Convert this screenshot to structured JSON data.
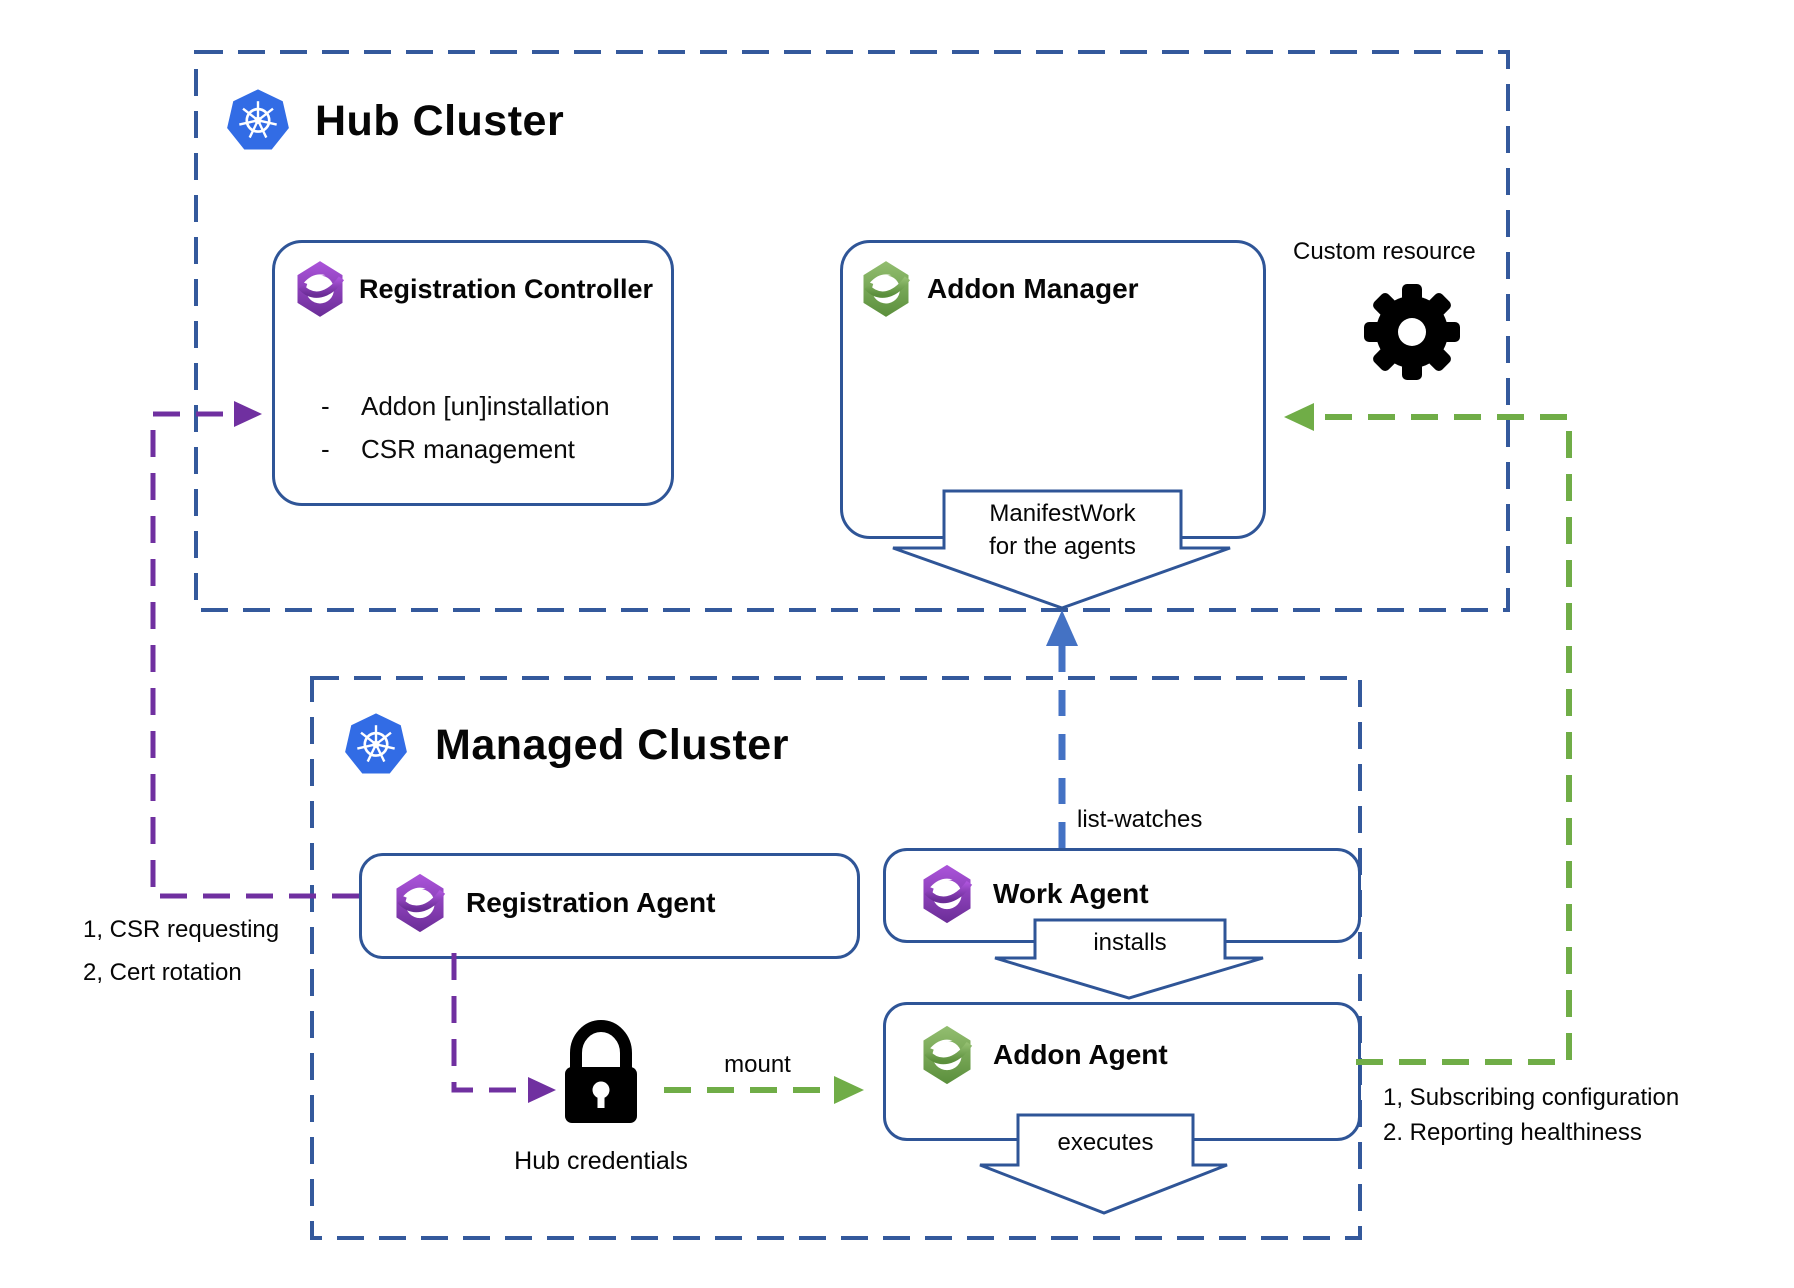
{
  "hub": {
    "title": "Hub Cluster",
    "registration_controller": {
      "title": "Registration Controller",
      "bullet_marker": "-",
      "bullets": [
        "Addon [un]installation",
        "CSR management"
      ]
    },
    "addon_manager": {
      "title": "Addon Manager"
    },
    "custom_resource_label": "Custom resource",
    "manifestwork": {
      "line1": "ManifestWork",
      "line2": "for the agents"
    }
  },
  "managed": {
    "title": "Managed Cluster",
    "registration_agent": {
      "title": "Registration Agent"
    },
    "work_agent": {
      "title": "Work Agent"
    },
    "addon_agent": {
      "title": "Addon Agent"
    },
    "hub_credentials_label": "Hub credentials"
  },
  "labels": {
    "list_watches": "list-watches",
    "installs": "installs",
    "executes": "executes",
    "mount": "mount",
    "csr_line1": "1, CSR requesting",
    "csr_line2": "2, Cert rotation",
    "subscribe_line1": "1, Subscribing configuration",
    "subscribe_line2": "2. Reporting healthiness"
  },
  "icons": {
    "hub_logo": "kubernetes-icon",
    "managed_logo": "kubernetes-icon",
    "custom_resource": "gear-icon",
    "credentials": "lock-icon",
    "component_logo": "open-cluster-management-icon"
  },
  "colors": {
    "box_blue": "#2F5597",
    "dashed_border_blue": "#34599C",
    "list_watches_blue": "#4472C4",
    "purple": "#7030A0",
    "green": "#70AD47",
    "kubernetes_blue": "#326CE5",
    "ocm_purple_light": "#AC54DB",
    "ocm_purple_dark": "#6B2D97",
    "ocm_green_light": "#93BE70",
    "ocm_green_dark": "#5B8F3C",
    "text": "#060606",
    "background": "#FFFFFF"
  }
}
